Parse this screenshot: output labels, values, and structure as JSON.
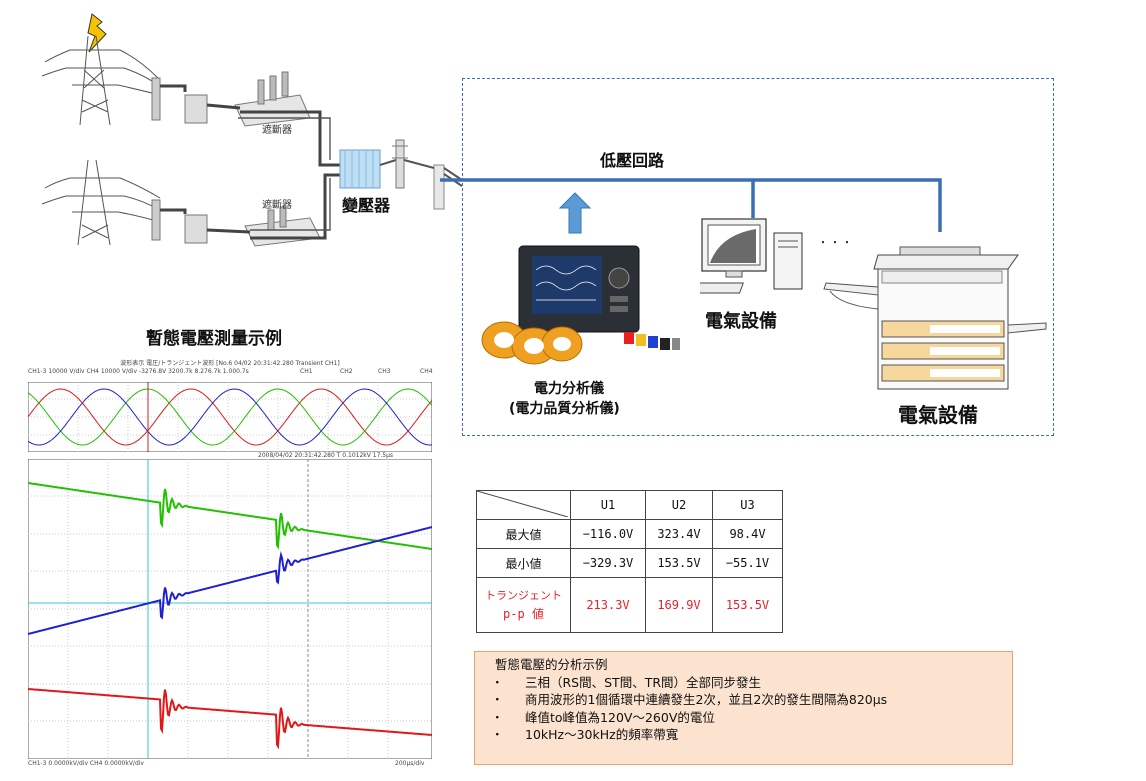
{
  "labels": {
    "breaker_top": "遮斷器",
    "breaker_bottom": "遮斷器",
    "transformer": "變壓器",
    "low_voltage": "低壓回路",
    "equip_1": "電氣設備",
    "equip_2": "電氣設備",
    "ellipsis": "・・・",
    "analyzer_line1": "電力分析儀",
    "analyzer_line2": "(電力品質分析儀)",
    "example_title": "暫態電壓測量示例"
  },
  "scope": {
    "top_line1": "波形表示 電圧/トランジェント波形 [No.6 04/02 20:31:42.280 Transient CH1]",
    "top_line2": "CH1-3 10000 V/div CH4 10000 V/div   -3276.8V  3200.7k  8.276.7k  1.000.7s",
    "legend": [
      "CH1",
      "CH2",
      "CH3",
      "CH4"
    ],
    "bottom_head": "2008/04/02 20:31:42.280  T  0.1012kV  17.5μs",
    "footer_left": "CH1-3 0.0000kV/div  CH4 0.0000kV/div",
    "footer_right": "200μs/div"
  },
  "table": {
    "headers": [
      "",
      "U1",
      "U2",
      "U3"
    ],
    "rows": [
      {
        "label": "最大値",
        "values": [
          "−116.0V",
          "323.4V",
          "98.4V"
        ]
      },
      {
        "label": "最小値",
        "values": [
          "−329.3V",
          "153.5V",
          "−55.1V"
        ]
      },
      {
        "label1": "トランジェント",
        "label2": "p-p 値",
        "values": [
          "213.3V",
          "169.9V",
          "153.5V"
        ]
      }
    ]
  },
  "note": {
    "title": "暫態電壓的分析示例",
    "bullet": "・",
    "items": [
      "三相（RS間、ST間、TR間）全部同步發生",
      "商用波形的1個循環中連續發生2次，並且2次的發生間隔為820μs",
      "峰值to峰值為120V～260V的電位",
      "10kHz～30kHz的頻率帶寬"
    ]
  },
  "colors": {
    "line_blue": "#3b6fb5",
    "dash_border": "#3f6fb0",
    "red_text": "#e8202a",
    "note_bg": "#fbe3cf",
    "wave_green": "#22c000",
    "wave_blue": "#2020d0",
    "wave_red": "#e01818",
    "wave_cyan": "#30c8d8"
  }
}
